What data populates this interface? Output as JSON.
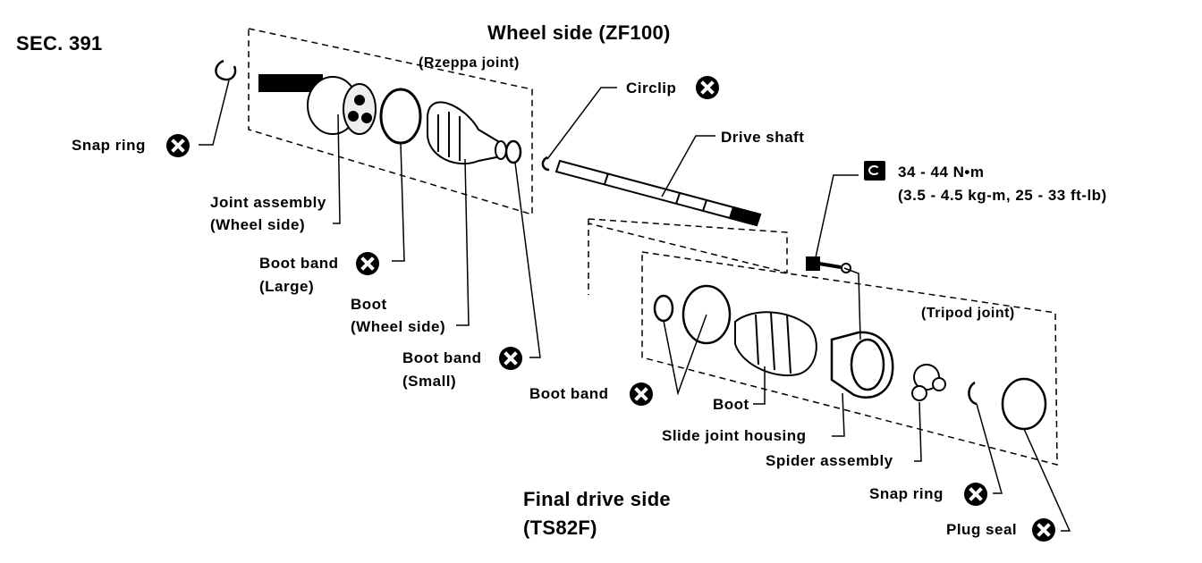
{
  "section": "SEC. 391",
  "title_wheel_side": "Wheel side (ZF100)",
  "rzeppa_joint": "(Rzeppa joint)",
  "tripod_joint": "(Tripod joint)",
  "final_drive_side": [
    "Final drive side",
    "(TS82F)"
  ],
  "torque": [
    "34 - 44 N•m",
    "(3.5 - 4.5 kg-m, 25 - 33 ft-lb)"
  ],
  "labels": {
    "circlip": "Circlip",
    "drive_shaft": "Drive shaft",
    "snap_ring_wheel": "Snap ring",
    "joint_assembly": [
      "Joint assembly",
      "(Wheel side)"
    ],
    "boot_band_large": [
      "Boot band",
      "(Large)"
    ],
    "boot_wheel": [
      "Boot",
      "(Wheel side)"
    ],
    "boot_band_small": [
      "Boot band",
      "(Small)"
    ],
    "boot_band_final": "Boot band",
    "boot_final": "Boot",
    "slide_joint_housing": "Slide joint housing",
    "spider_assembly": "Spider assembly",
    "snap_ring_final": "Snap ring",
    "plug_seal": "Plug seal"
  },
  "icons": [
    "replace-part-icon",
    "torque-wrench-icon"
  ]
}
